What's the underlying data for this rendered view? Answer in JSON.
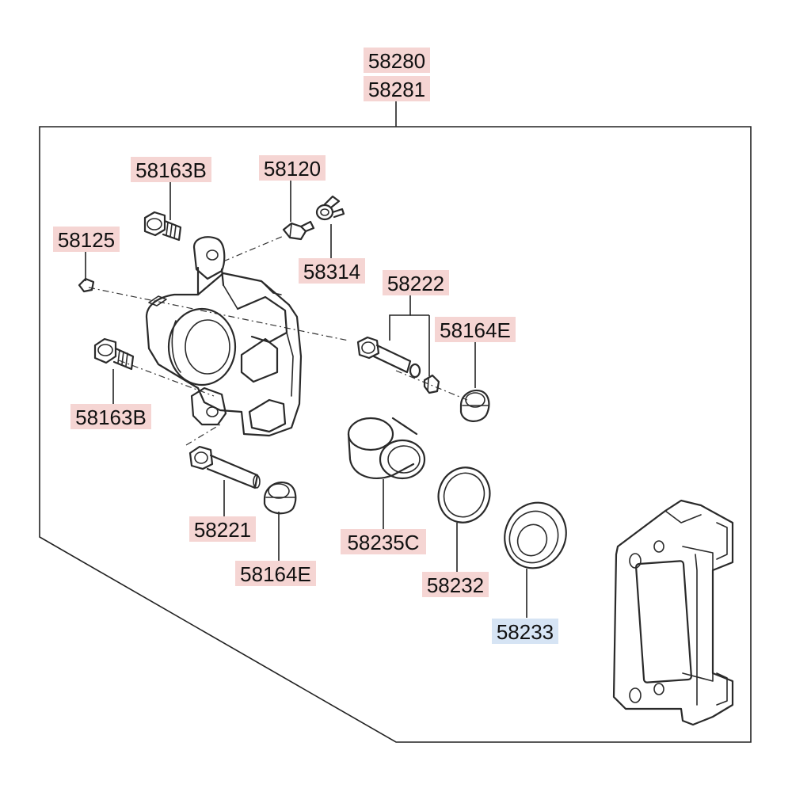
{
  "colors": {
    "label_default": "#f5d5d3",
    "label_highlight": "#d6e4f4",
    "line": "#222222"
  },
  "labels": {
    "assembly_a": "58280",
    "assembly_b": "58281",
    "bolt_top": "58163B",
    "bleeder_screw": "58120",
    "bleeder_cap": "58314",
    "cap_small": "58125",
    "guide_pin_kit": "58222",
    "boot_right": "58164E",
    "bolt_bottom": "58163B",
    "guide_pin": "58221",
    "boot_bottom": "58164E",
    "piston": "58235C",
    "piston_seal": "58232",
    "dust_boot": "58233"
  }
}
